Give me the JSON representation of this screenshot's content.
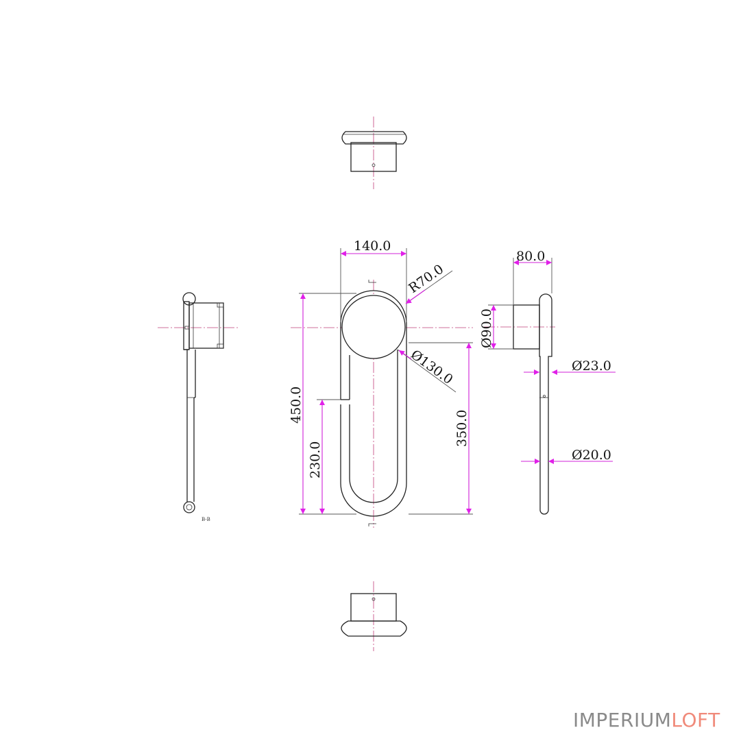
{
  "dimensions": {
    "width": "140.0",
    "radius": "R70.0",
    "disc_diameter": "Ø130.0",
    "height_total": "450.0",
    "height_lower": "230.0",
    "height_350": "350.0",
    "depth": "80.0",
    "base_diameter": "Ø90.0",
    "tube_upper": "Ø23.0",
    "tube_lower": "Ø20.0"
  },
  "section_label": "B-B",
  "brand": {
    "part1": "IMPERIUM",
    "part2": "LOFT"
  },
  "colors": {
    "dimension": "#e020e8",
    "centerline": "#c0407a",
    "outline": "#222222",
    "brand_gray": "#8a8a8a",
    "brand_accent": "#f08a7a"
  }
}
